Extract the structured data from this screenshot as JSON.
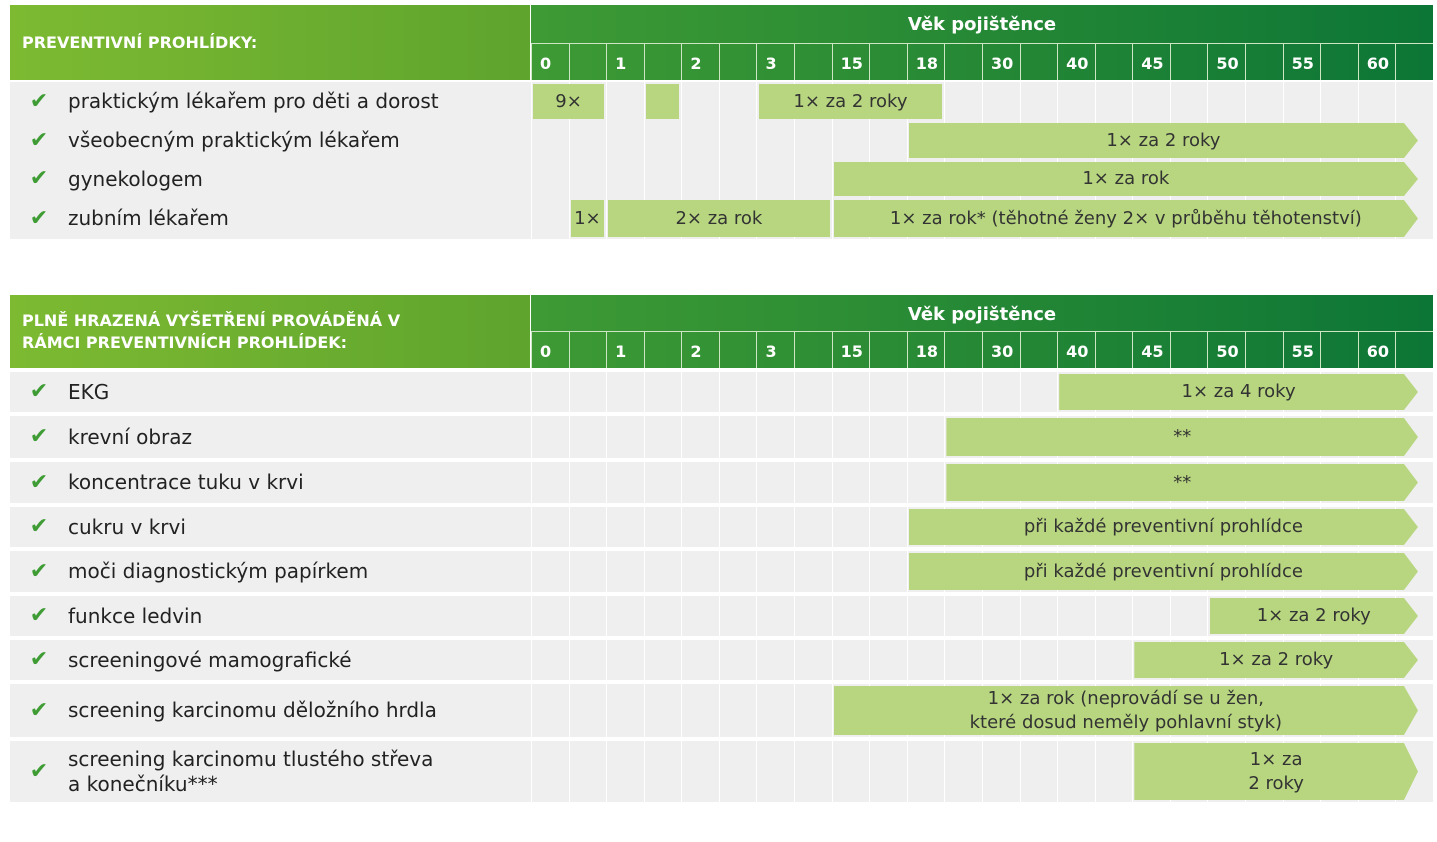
{
  "age_columns": [
    "0",
    "",
    "1",
    "",
    "2",
    "",
    "3",
    "",
    "15",
    "",
    "18",
    "",
    "30",
    "",
    "40",
    "",
    "45",
    "",
    "50",
    "",
    "55",
    "",
    "60",
    ""
  ],
  "age_header": "Věk pojištěnce",
  "colors": {
    "bar": "#b7d67f",
    "check": "#3f9c35"
  },
  "tables": [
    {
      "title": "PREVENTIVNÍ PROHLÍDKY:",
      "rows": [
        {
          "label": "praktickým lékařem pro děti a dorost",
          "bars": [
            {
              "from": 0,
              "to": 2,
              "text": "9×"
            },
            {
              "from": 3,
              "to": 4,
              "text": ""
            },
            {
              "from": 6,
              "to": 11,
              "text": "1× za 2 roky"
            }
          ]
        },
        {
          "label": "všeobecným praktickým lékařem",
          "bars": [
            {
              "from": 10,
              "open": true,
              "text": "1× za 2 roky"
            }
          ]
        },
        {
          "label": "gynekologem",
          "bars": [
            {
              "from": 8,
              "open": true,
              "text": "1× za rok"
            }
          ]
        },
        {
          "label": "zubním lékařem",
          "bars": [
            {
              "from": 1,
              "to": 2,
              "text": "1×"
            },
            {
              "from": 2,
              "to": 8,
              "text": "2× za rok"
            },
            {
              "from": 8,
              "open": true,
              "text": "1× za rok* (těhotné ženy 2× v průběhu těhotenství)"
            }
          ]
        }
      ]
    },
    {
      "title": "PLNĚ HRAZENÁ VYŠETŘENÍ PROVÁDĚNÁ V RÁMCI PREVENTIVNÍCH PROHLÍDEK:",
      "rows": [
        {
          "label": "EKG",
          "bars": [
            {
              "from": 14,
              "open": true,
              "text": "1× za 4 roky"
            }
          ]
        },
        {
          "label": "krevní obraz",
          "bars": [
            {
              "from": 11,
              "open": true,
              "text": "**"
            }
          ]
        },
        {
          "label": "koncentrace tuku v krvi",
          "bars": [
            {
              "from": 11,
              "open": true,
              "text": "**"
            }
          ]
        },
        {
          "label": "cukru v krvi",
          "bars": [
            {
              "from": 10,
              "open": true,
              "text": "při každé preventivní prohlídce"
            }
          ]
        },
        {
          "label": "moči diagnostickým papírkem",
          "bars": [
            {
              "from": 10,
              "open": true,
              "text": "při každé preventivní prohlídce"
            }
          ]
        },
        {
          "label": "funkce ledvin",
          "bars": [
            {
              "from": 18,
              "open": true,
              "text": "1× za 2 roky"
            }
          ]
        },
        {
          "label": "screeningové mamografické",
          "bars": [
            {
              "from": 16,
              "open": true,
              "text": "1× za 2 roky"
            }
          ]
        },
        {
          "label": "screening karcinomu děložního hrdla",
          "bars": [
            {
              "from": 8,
              "open": true,
              "text": "1× za rok (neprovádí se u žen,\nkteré dosud neměly pohlavní styk)"
            }
          ]
        },
        {
          "label": "screening karcinomu tlustého střeva\na konečníku***",
          "bars": [
            {
              "from": 16,
              "open": true,
              "text": "1× za\n2 roky"
            }
          ]
        }
      ]
    }
  ]
}
